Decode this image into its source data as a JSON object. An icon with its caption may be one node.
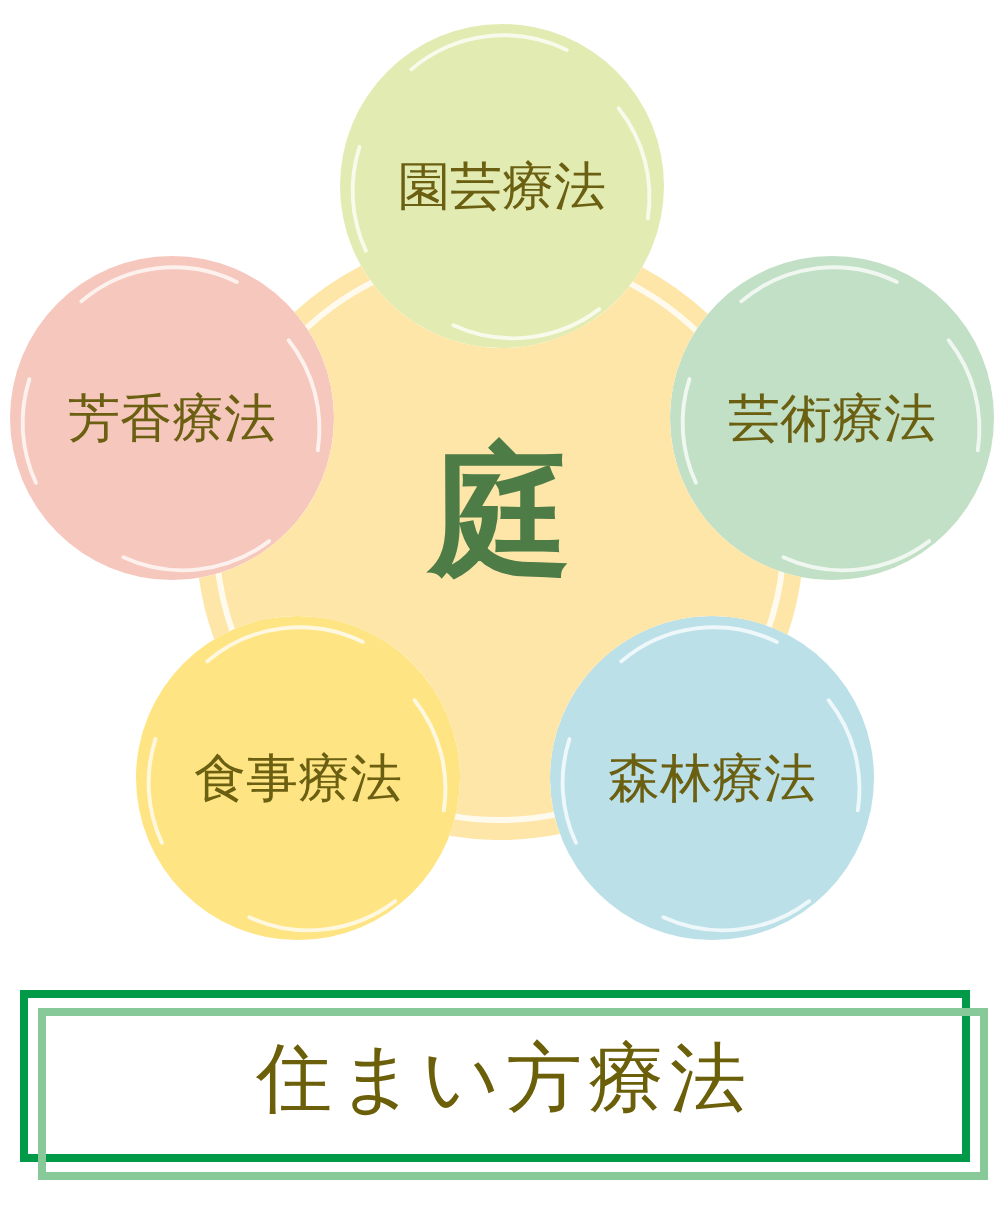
{
  "diagram": {
    "nodes": [
      {
        "text": [
          "園芸療法"
        ]
      },
      {
        "text": [
          "芳香療法"
        ]
      },
      {
        "text": [
          "芸術療法"
        ]
      },
      {
        "text": [
          "庭"
        ]
      },
      {
        "text": [
          "食事療法"
        ]
      },
      {
        "text": [
          "森林療法"
        ]
      },
      {
        "text": [
          "住まい方療法"
        ]
      }
    ]
  }
}
